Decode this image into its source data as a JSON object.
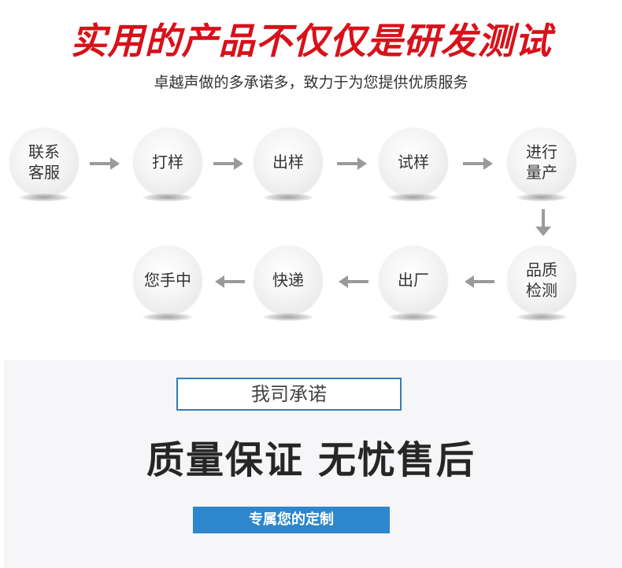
{
  "header": {
    "title": "实用的产品不仅仅是研发测试",
    "subtitle": "卓越声做的多承诺多，致力于为您提供优质服务"
  },
  "process": {
    "steps": [
      "联系\n客服",
      "打样",
      "出样",
      "试样",
      "进行\n量产",
      "品质\n检测",
      "出厂",
      "快递",
      "您手中"
    ]
  },
  "promise": {
    "box_label": "我司承诺",
    "slogan_left": "质量保证",
    "slogan_right": "无忧售后",
    "custom_label": "专属您的定制"
  },
  "colors": {
    "title_red": "#d8111a",
    "accent_blue": "#2e86cc",
    "arrow_gray": "#9a9a9a"
  }
}
